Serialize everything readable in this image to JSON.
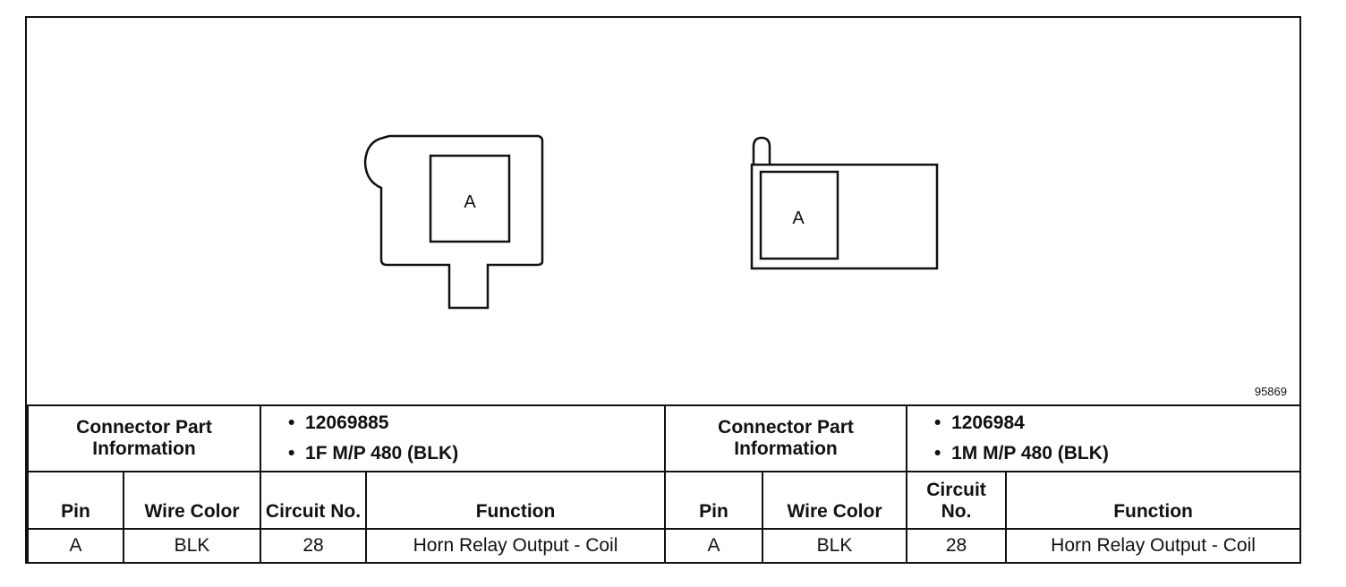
{
  "figure_id": "95869",
  "connector_left": {
    "cavity_label": "A",
    "part_info_label": "Connector Part Information",
    "part_numbers": [
      "12069885",
      "1F M/P 480 (BLK)"
    ],
    "headers": {
      "pin": "Pin",
      "wire_color": "Wire Color",
      "circuit": "Circuit No.",
      "function": "Function"
    },
    "rows": [
      {
        "pin": "A",
        "wire_color": "BLK",
        "circuit": "28",
        "function": "Horn Relay Output - Coil"
      }
    ]
  },
  "connector_right": {
    "cavity_label": "A",
    "part_info_label": "Connector Part Information",
    "part_numbers": [
      "1206984",
      "1M M/P 480 (BLK)"
    ],
    "headers": {
      "pin": "Pin",
      "wire_color": "Wire Color",
      "circuit": "Circuit No.",
      "function": "Function"
    },
    "rows": [
      {
        "pin": "A",
        "wire_color": "BLK",
        "circuit": "28",
        "function": "Horn Relay Output - Coil"
      }
    ]
  }
}
